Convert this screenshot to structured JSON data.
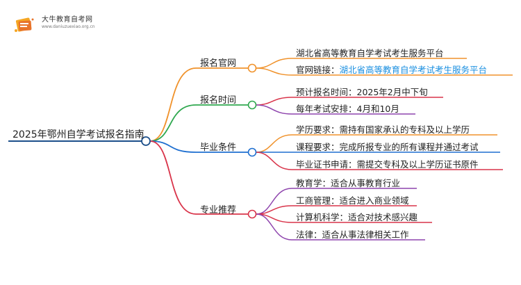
{
  "logo": {
    "title": "大牛教育自考网",
    "url": "www.daniuzuexiao.org.cn",
    "icon": "book-stack-icon",
    "colors": {
      "icon_primary": "#f5a623",
      "icon_secondary": "#e8732a"
    }
  },
  "root": {
    "label": "2025年鄂州自学考试报名指南",
    "color": "#1c4f8a"
  },
  "branches": [
    {
      "label": "报名官网",
      "color": "#f0922b",
      "leaves": [
        {
          "prefix": "湖北省高等教育自学考试考生服务平台",
          "link": ""
        },
        {
          "prefix": "官网链接：",
          "link": "湖北省高等教育自学考试考生服务平台"
        }
      ]
    },
    {
      "label": "报名时间",
      "color": "#2fa84f",
      "leaves": [
        {
          "prefix": "预计报名时间：2025年2月中下旬",
          "link": ""
        },
        {
          "prefix": "每年考试安排：4月和10月",
          "link": ""
        }
      ]
    },
    {
      "label": "毕业条件",
      "color": "#1e6fd0",
      "leaves": [
        {
          "prefix": "学历要求：需持有国家承认的专科及以上学历",
          "link": ""
        },
        {
          "prefix": "课程要求：完成所报专业的所有课程并通过考试",
          "link": ""
        },
        {
          "prefix": "毕业证书申请：需提交专科及以上学历证书原件",
          "link": ""
        }
      ]
    },
    {
      "label": "专业推荐",
      "color": "#d9344a",
      "leaves": [
        {
          "prefix": "教育学：适合从事教育行业",
          "link": ""
        },
        {
          "prefix": "工商管理：适合进入商业领域",
          "link": ""
        },
        {
          "prefix": "计算机科学：适合对技术感兴趣",
          "link": ""
        },
        {
          "prefix": "法律：适合从事法律相关工作",
          "link": ""
        }
      ]
    }
  ],
  "leaf_colors": [
    [
      "#f0922b",
      "#f0922b"
    ],
    [
      "#d9344a",
      "#8e44ad"
    ],
    [
      "#f0922b",
      "#1e6fd0",
      "#d9344a"
    ],
    [
      "#8e44ad",
      "#d9344a",
      "#d9344a",
      "#8e44ad"
    ]
  ]
}
